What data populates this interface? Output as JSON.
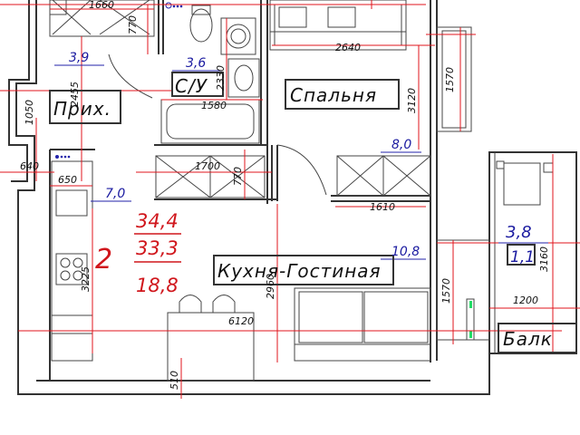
{
  "rooms": {
    "hallway": {
      "label": "Прих.",
      "area": "3,9"
    },
    "bathroom": {
      "label": "С/У",
      "area": "3,6"
    },
    "bedroom": {
      "label": "Спальня",
      "area": "8,0"
    },
    "kitchen_living": {
      "label": "Кухня-Гостиная",
      "area": "10,8"
    },
    "balcony": {
      "label": "Балк",
      "area_top": "3,8",
      "area_bottom": "1,1"
    },
    "kitchen_area": "7,0"
  },
  "apartment": {
    "room_count": "2",
    "total_area": "34,4",
    "living_area": "33,3",
    "kitchen_area": "18,8"
  },
  "dimensions": {
    "d1660": "1660",
    "d770_top": "770",
    "d2455": "2455",
    "d2330": "2330",
    "d1580": "1580",
    "d2640": "2640",
    "d3120": "3120",
    "d1570_top": "1570",
    "d1050": "1050",
    "d640": "640",
    "d650": "650",
    "d1700": "1700",
    "d770_mid": "770",
    "d1610": "1610",
    "d3225": "3225",
    "d2960": "2960",
    "d6120": "6120",
    "d1570_bot": "1570",
    "d1200": "1200",
    "d3160": "3160",
    "d510": "510"
  },
  "colors": {
    "dimension_line": "#e0161c",
    "area_text": "#1a1aa0",
    "wall": "#333333"
  }
}
